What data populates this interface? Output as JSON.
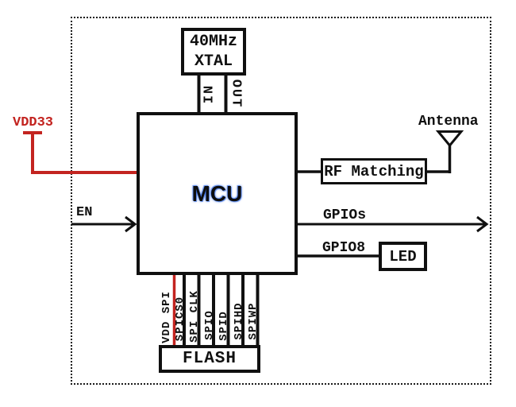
{
  "diagram": {
    "type": "block-diagram",
    "subject": "Wi-Fi MCU module schematic"
  },
  "blocks": {
    "xtal": {
      "line1": "40MHz",
      "line2": "XTAL"
    },
    "mcu": {
      "label": "MCU"
    },
    "rf_matching": {
      "label": "RF Matching"
    },
    "led": {
      "label": "LED"
    },
    "flash": {
      "label": "FLASH"
    }
  },
  "labels": {
    "vdd33": "VDD33",
    "antenna": "Antenna",
    "en": "EN",
    "gpios": "GPIOs",
    "gpio8": "GPIO8",
    "xtal_in": "IN",
    "xtal_out": "OUT"
  },
  "spi_bus": {
    "pins": [
      {
        "label": "VDD SPI",
        "color": "#c32420"
      },
      {
        "label": "SPICS0",
        "color": "#101010"
      },
      {
        "label": "SPI CLK",
        "color": "#101010"
      },
      {
        "label": "SPIQ",
        "color": "#101010"
      },
      {
        "label": "SPID",
        "color": "#101010"
      },
      {
        "label": "SPIHD",
        "color": "#101010"
      },
      {
        "label": "SPIWP",
        "color": "#101010"
      }
    ]
  },
  "colors": {
    "wire_black": "#101010",
    "accent_red": "#c32420",
    "mcu_text_glow": "#2d69eb",
    "background": "#ffffff"
  }
}
